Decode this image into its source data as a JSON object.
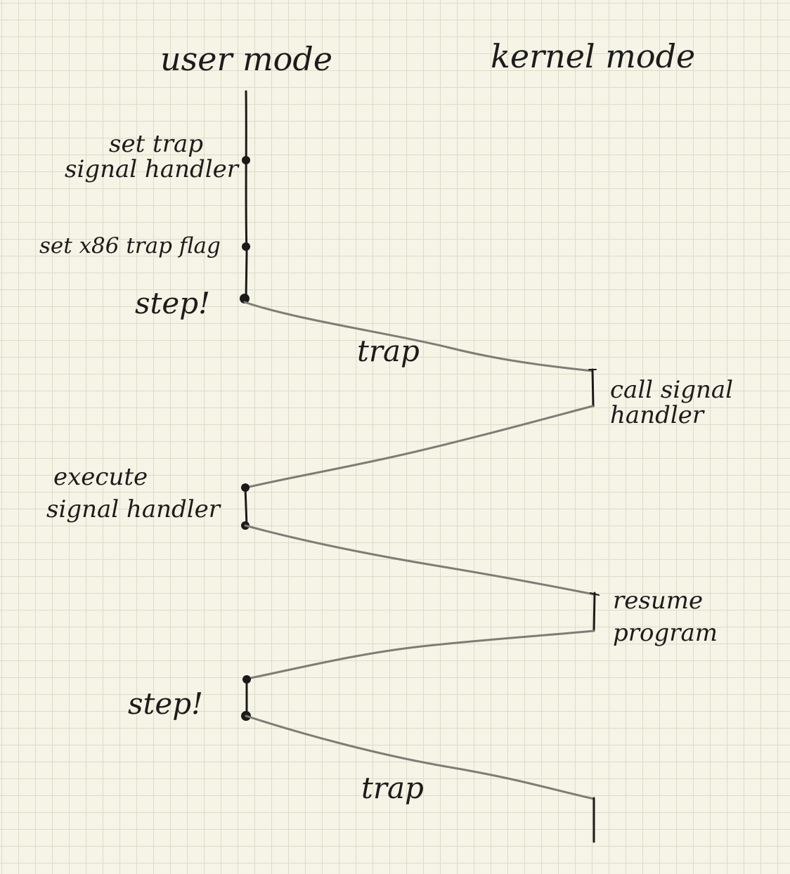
{
  "headings": {
    "user_mode": "user mode",
    "kernel_mode": "kernel mode"
  },
  "labels": {
    "set_trap_signal_handler_line1": "set trap",
    "set_trap_signal_handler_line2": "signal handler",
    "set_x86_trap_flag": "set x86 trap flag",
    "step_first": "step!",
    "trap_first": "trap",
    "call_signal_handler_line1": "call signal",
    "call_signal_handler_line2": "handler",
    "execute_signal_handler_line1": "execute",
    "execute_signal_handler_line2": "signal handler",
    "resume_program_line1": "resume",
    "resume_program_line2": "program",
    "step_second": "step!",
    "trap_second": "trap"
  }
}
